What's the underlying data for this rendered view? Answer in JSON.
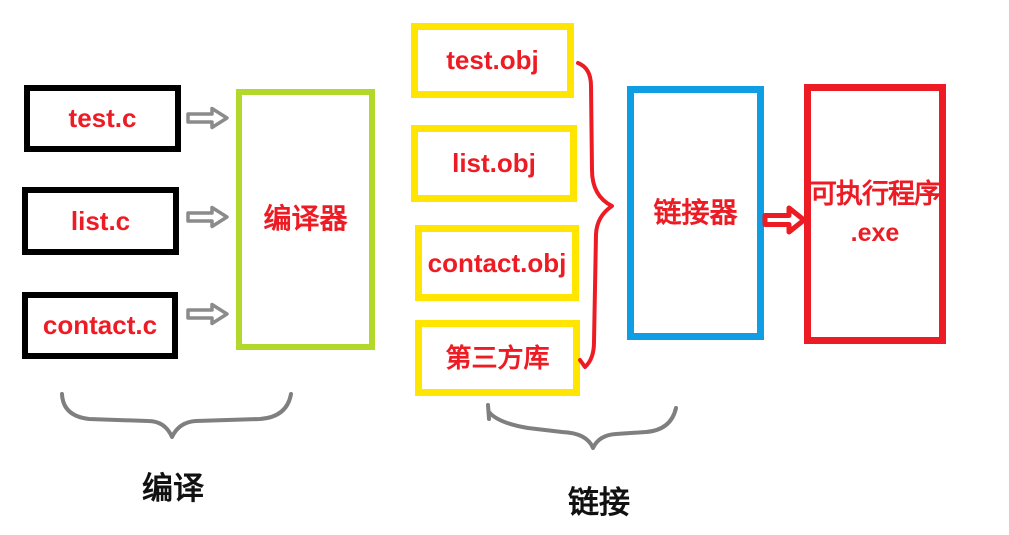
{
  "colors": {
    "background": "#ffffff",
    "source_box_border": "#000000",
    "compiler_box_border": "#b1d82a",
    "object_box_border": "#ffe500",
    "linker_box_border": "#0f9ee3",
    "executable_box_border": "#ed1c24",
    "text_red": "#ed1c24",
    "flow_arrow_gray": "#8b8b8b",
    "brace_gray": "#7f7f7f",
    "brace_red": "#ed1c24",
    "stage_label_black": "#111111"
  },
  "source_files": [
    {
      "label": "test.c"
    },
    {
      "label": "list.c"
    },
    {
      "label": "contact.c"
    }
  ],
  "compiler": {
    "label": "编译器"
  },
  "object_files": [
    {
      "label": "test.obj"
    },
    {
      "label": "list.obj"
    },
    {
      "label": "contact.obj"
    },
    {
      "label": "第三方库"
    }
  ],
  "linker": {
    "label": "链接器"
  },
  "executable": {
    "name": "可执行程序",
    "extension": ".exe"
  },
  "stages": {
    "compile": "编译",
    "link": "链接"
  },
  "icons": {
    "flow_arrow": "right-block-arrow",
    "result_arrow": "red-right-block-arrow",
    "group_brace_vertical": "red-curly-brace-right",
    "group_brace_horizontal": "gray-underbrace"
  }
}
